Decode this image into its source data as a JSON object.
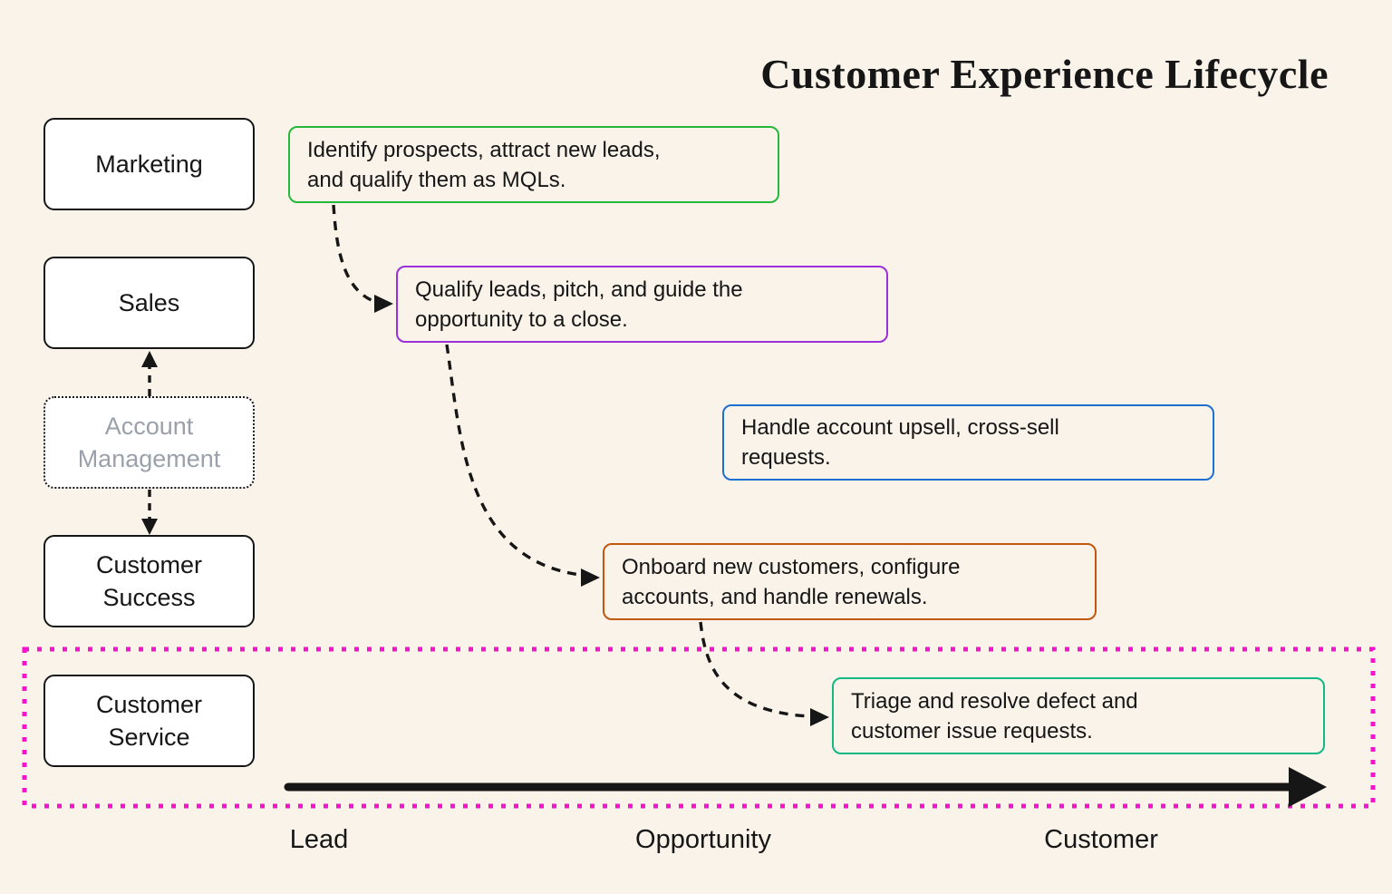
{
  "title": "Customer Experience Lifecycle",
  "departments": {
    "marketing": {
      "label": "Marketing"
    },
    "sales": {
      "label": "Sales"
    },
    "account_management": {
      "label": "Account\nManagement"
    },
    "customer_success": {
      "label": "Customer\nSuccess"
    },
    "customer_service": {
      "label": "Customer\nService"
    }
  },
  "activities": {
    "marketing": {
      "text": "Identify prospects, attract new leads,\nand qualify them as MQLs.",
      "border_color": "#25b83a"
    },
    "sales": {
      "text": "Qualify leads, pitch, and guide the\nopportunity to a close.",
      "border_color": "#9b2fd9"
    },
    "account_management": {
      "text": "Handle account upsell, cross-sell\nrequests.",
      "border_color": "#1d6fd2"
    },
    "customer_success": {
      "text": "Onboard new customers, configure\naccounts, and handle renewals.",
      "border_color": "#c2580f"
    },
    "customer_service": {
      "text": "Triage and resolve defect and\ncustomer issue requests.",
      "border_color": "#12b886"
    }
  },
  "timeline": {
    "stages": [
      "Lead",
      "Opportunity",
      "Customer"
    ]
  },
  "colors": {
    "background": "#faf3ea",
    "ink": "#161616",
    "department_fill": "#ffffff",
    "muted_text": "#9aa1ab",
    "highlight_region_border": "#f513cb"
  }
}
